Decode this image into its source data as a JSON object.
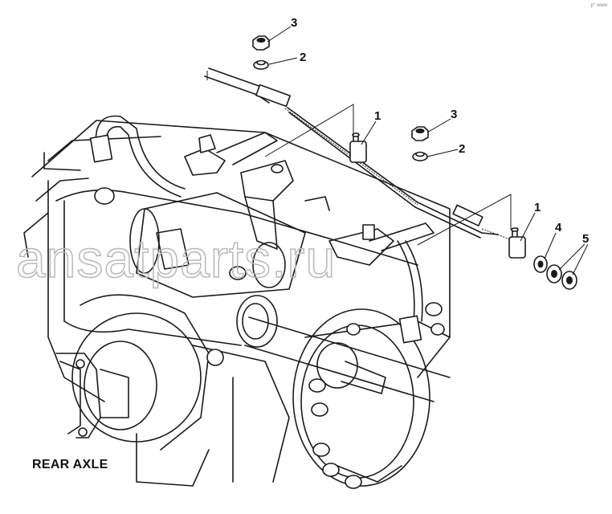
{
  "caption": "REAR AXLE",
  "watermark": "ansatparts.ru",
  "corner_mark": "p° www",
  "callouts": {
    "c1a": "1",
    "c1b": "1",
    "c2a": "2",
    "c2b": "2",
    "c3a": "3",
    "c3b": "3",
    "c4": "4",
    "c5": "5"
  },
  "colors": {
    "line": "#1a1a1a",
    "watermark": "#b8b8b8",
    "background": "#ffffff"
  }
}
